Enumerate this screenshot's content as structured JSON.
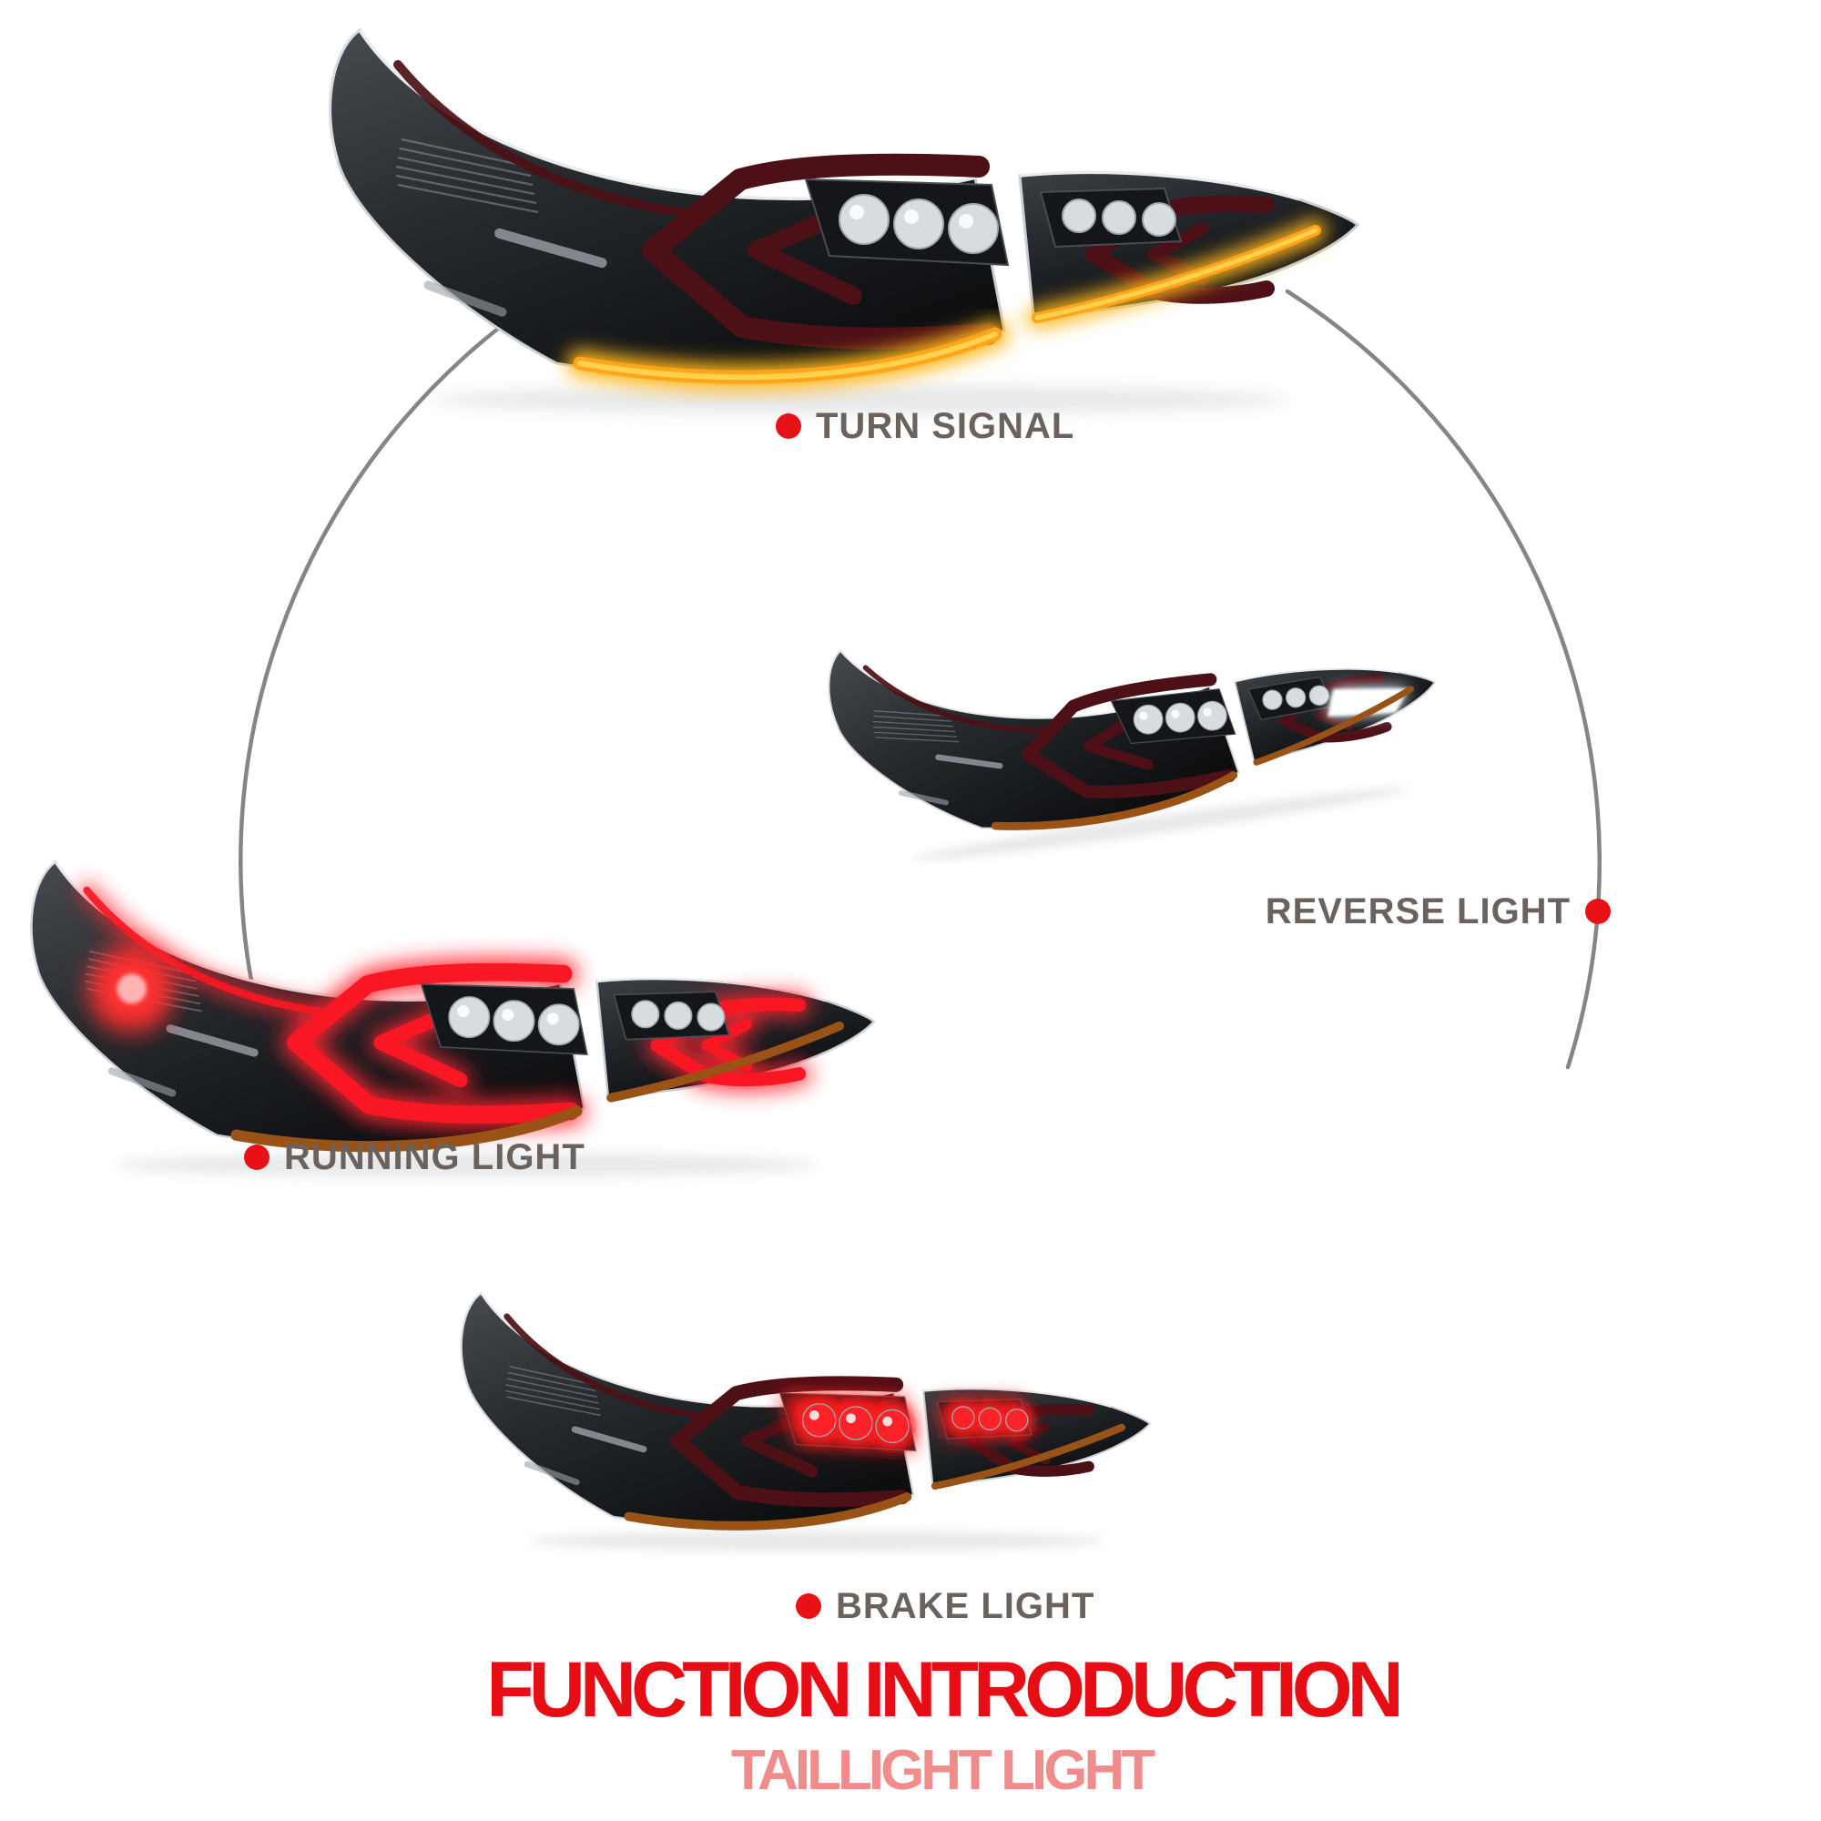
{
  "page": {
    "background": "#ffffff"
  },
  "connector": {
    "arc_color": "#858585",
    "dot_color": "#e81117"
  },
  "labels": {
    "turn": "TURN SIGNAL",
    "reverse": "REVERSE LIGHT",
    "running": "RUNNING LIGHT",
    "brake": "BRAKE LIGHT",
    "text_color": "#6b625e"
  },
  "title": {
    "main": "FUNCTION INTRODUCTION",
    "main_color": "#e60d15",
    "sub": "TAILLIGHT LIGHT",
    "sub_color": "#f08c8c"
  },
  "product": {
    "item": "smoked LED tail light assembly, outer and inner piece",
    "states_shown": [
      "turn signal (amber)",
      "reverse light (white)",
      "running light (red)",
      "brake light (red)"
    ],
    "colors": {
      "amber_on": "#ffa51c",
      "brake_red_on": "#ff2228",
      "running_red_on": "#f81723",
      "lens_black": "#17191c",
      "accent_dark_red": "#4c1016",
      "chrome_trim": "#caced2"
    }
  }
}
